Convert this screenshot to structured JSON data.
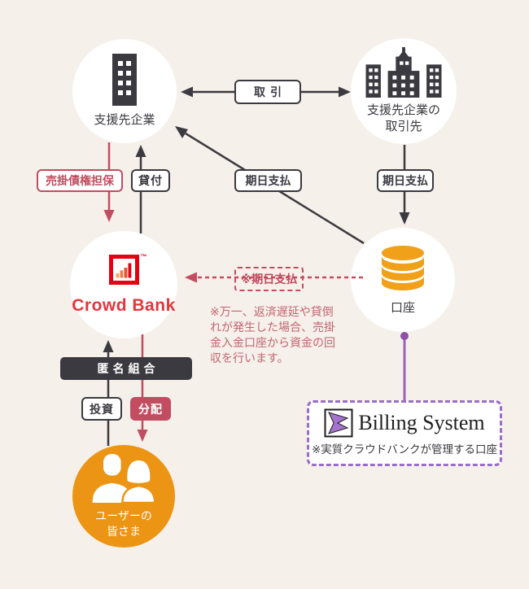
{
  "nodes": {
    "company": {
      "label": "支援先企業",
      "icon": "building-icon"
    },
    "partner": {
      "label1": "支援先企業の",
      "label2": "取引先",
      "icon": "city-buildings-icon"
    },
    "crowdbank": {
      "name": "Crowd Bank",
      "tm": "™",
      "icon": "crowdbank-logo"
    },
    "account": {
      "label": "口座",
      "icon": "database-icon"
    },
    "users": {
      "label1": "ユーザーの",
      "label2": "皆さま",
      "icon": "people-icon"
    }
  },
  "edges": {
    "transaction": "取引",
    "collateral": "売掛債権担保",
    "loan": "貸付",
    "due_payment_diagonal": "期日支払",
    "due_payment_vertical": "期日支払",
    "due_payment_dashed": "※期日支払",
    "partnership": "匿名組合",
    "investment": "投資",
    "distribution": "分配"
  },
  "note": {
    "line1": "※万一、返済遅延や貸倒",
    "line2": "れが発生した場合、売掛",
    "line3": "金入金口座から資金の回",
    "line4": "収を行います。"
  },
  "billing": {
    "name": "Billing System",
    "caption": "※実質クラウドバンクが管理する口座"
  },
  "colors": {
    "background": "#f6f0ea",
    "dark": "#3b3a40",
    "rose": "#c24d60",
    "note_red": "#c16573",
    "brand_red": "#e5353d",
    "logo_red": "#e60012",
    "orange": "#ec9414",
    "db_orange": "#f0a019",
    "purple": "#9b6cc8"
  }
}
